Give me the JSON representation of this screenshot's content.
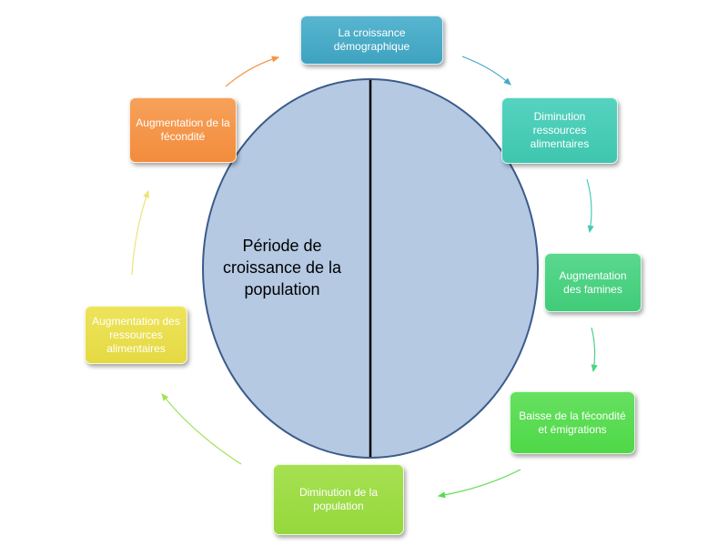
{
  "diagram": {
    "center_label": "Période de croissance de la population",
    "steps": [
      {
        "label": "La croissance démographique",
        "color": "#4badc8"
      },
      {
        "label": "Diminution ressources alimentaires",
        "color": "#4accb7"
      },
      {
        "label": "Augmentation des famines",
        "color": "#4cd283"
      },
      {
        "label": "Baisse de la fécondité et émigrations",
        "color": "#5adc52"
      },
      {
        "label": "Diminution de la population",
        "color": "#9ddc47"
      },
      {
        "label": "Augmentation des ressources alimentaires",
        "color": "#e9de4e"
      },
      {
        "label": "Augmentation de la fécondité",
        "color": "#f4964a"
      }
    ],
    "colors": {
      "ellipse_fill": "#b5c9e2",
      "ellipse_stroke": "#3c5b8c",
      "divider": "#000000",
      "arrows": [
        "#48aac8",
        "#48cbb4",
        "#4cd283",
        "#5adc52",
        "#a3e25a",
        "#eee37a",
        "#f4964a"
      ]
    }
  }
}
